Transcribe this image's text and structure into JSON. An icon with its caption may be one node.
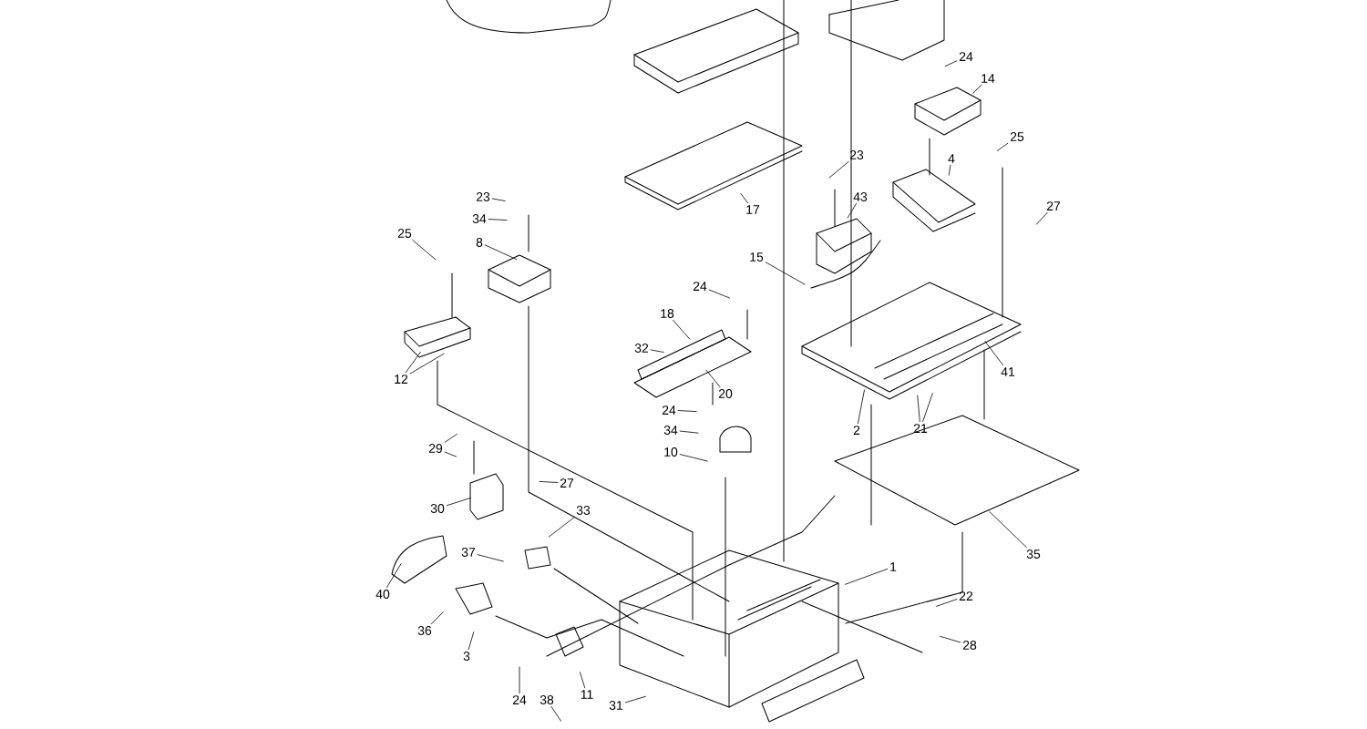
{
  "diagram": {
    "nodes": [
      {
        "text": [
          "24"
        ]
      },
      {
        "text": [
          "14"
        ]
      },
      {
        "text": [
          "25"
        ]
      },
      {
        "text": [
          "23"
        ]
      },
      {
        "text": [
          "4"
        ]
      },
      {
        "text": [
          "23"
        ]
      },
      {
        "text": [
          "43"
        ]
      },
      {
        "text": [
          "27"
        ]
      },
      {
        "text": [
          "17"
        ]
      },
      {
        "text": [
          "34"
        ]
      },
      {
        "text": [
          "25"
        ]
      },
      {
        "text": [
          "8"
        ]
      },
      {
        "text": [
          "15"
        ]
      },
      {
        "text": [
          "24"
        ]
      },
      {
        "text": [
          "18"
        ]
      },
      {
        "text": [
          "32"
        ]
      },
      {
        "text": [
          "41"
        ]
      },
      {
        "text": [
          "12"
        ]
      },
      {
        "text": [
          "20"
        ]
      },
      {
        "text": [
          "24"
        ]
      },
      {
        "text": [
          "2"
        ]
      },
      {
        "text": [
          "21"
        ]
      },
      {
        "text": [
          "34"
        ]
      },
      {
        "text": [
          "29"
        ]
      },
      {
        "text": [
          "10"
        ]
      },
      {
        "text": [
          "27"
        ]
      },
      {
        "text": [
          "30"
        ]
      },
      {
        "text": [
          "33"
        ]
      },
      {
        "text": [
          "37"
        ]
      },
      {
        "text": [
          "35"
        ]
      },
      {
        "text": [
          "1"
        ]
      },
      {
        "text": [
          "40"
        ]
      },
      {
        "text": [
          "22"
        ]
      },
      {
        "text": [
          "36"
        ]
      },
      {
        "text": [
          "3"
        ]
      },
      {
        "text": [
          "28"
        ]
      },
      {
        "text": [
          "11"
        ]
      },
      {
        "text": [
          "31"
        ]
      },
      {
        "text": [
          "24"
        ]
      },
      {
        "text": [
          "38"
        ]
      }
    ],
    "edges": [
      {
        "from": 0,
        "to": null,
        "arrow": "none"
      },
      {
        "from": 1,
        "to": null,
        "arrow": "none"
      },
      {
        "from": 2,
        "to": null,
        "arrow": "none"
      },
      {
        "from": 3,
        "to": null,
        "arrow": "none"
      },
      {
        "from": 4,
        "to": null,
        "arrow": "none"
      },
      {
        "from": 5,
        "to": null,
        "arrow": "none"
      },
      {
        "from": 6,
        "to": null,
        "arrow": "none"
      },
      {
        "from": 7,
        "to": null,
        "arrow": "none"
      },
      {
        "from": 8,
        "to": null,
        "arrow": "none"
      },
      {
        "from": 9,
        "to": null,
        "arrow": "none"
      },
      {
        "from": 10,
        "to": null,
        "arrow": "none"
      },
      {
        "from": 11,
        "to": null,
        "arrow": "none"
      },
      {
        "from": 12,
        "to": null,
        "arrow": "none"
      },
      {
        "from": 13,
        "to": null,
        "arrow": "none"
      },
      {
        "from": 14,
        "to": null,
        "arrow": "none"
      },
      {
        "from": 15,
        "to": null,
        "arrow": "none"
      },
      {
        "from": 16,
        "to": null,
        "arrow": "none"
      },
      {
        "from": 17,
        "to": null,
        "arrow": "none"
      },
      {
        "from": 17,
        "to": null,
        "arrow": "none"
      },
      {
        "from": 18,
        "to": null,
        "arrow": "none"
      },
      {
        "from": 19,
        "to": null,
        "arrow": "none"
      },
      {
        "from": 20,
        "to": null,
        "arrow": "none"
      },
      {
        "from": 21,
        "to": null,
        "arrow": "none"
      },
      {
        "from": 21,
        "to": null,
        "arrow": "none"
      },
      {
        "from": 22,
        "to": null,
        "arrow": "none"
      },
      {
        "from": 23,
        "to": null,
        "arrow": "none"
      },
      {
        "from": 23,
        "to": null,
        "arrow": "none"
      },
      {
        "from": 24,
        "to": null,
        "arrow": "none"
      },
      {
        "from": 25,
        "to": null,
        "arrow": "none"
      },
      {
        "from": 26,
        "to": null,
        "arrow": "none"
      },
      {
        "from": 27,
        "to": null,
        "arrow": "none"
      },
      {
        "from": 28,
        "to": null,
        "arrow": "none"
      },
      {
        "from": 29,
        "to": null,
        "arrow": "none"
      },
      {
        "from": 30,
        "to": null,
        "arrow": "none"
      },
      {
        "from": 31,
        "to": null,
        "arrow": "none"
      },
      {
        "from": 32,
        "to": null,
        "arrow": "none"
      },
      {
        "from": 33,
        "to": null,
        "arrow": "none"
      },
      {
        "from": 34,
        "to": null,
        "arrow": "none"
      },
      {
        "from": 35,
        "to": null,
        "arrow": "none"
      },
      {
        "from": 36,
        "to": null,
        "arrow": "none"
      },
      {
        "from": 37,
        "to": null,
        "arrow": "none"
      },
      {
        "from": 38,
        "to": null,
        "arrow": "none"
      },
      {
        "from": 39,
        "to": null,
        "arrow": "none"
      }
    ]
  }
}
